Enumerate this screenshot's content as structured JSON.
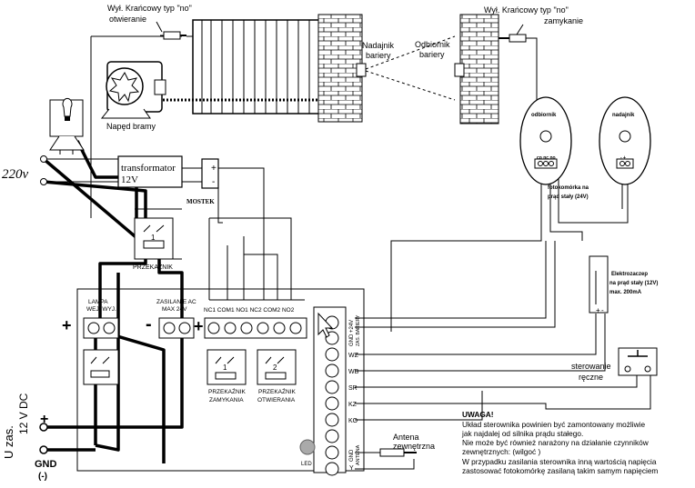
{
  "top": {
    "limit_open_title": "Wył. Krańcowy typ \"no\"",
    "limit_open_sub": "otwieranie",
    "limit_close_title": "Wył. Krańcowy typ \"no\"",
    "limit_close_sub": "zamykanie",
    "transmitter_l1": "Nadajnik",
    "transmitter_l2": "bariery",
    "receiver_l1": "Odbiornik",
    "receiver_l2": "bariery",
    "gate_drive": "Napęd bramy"
  },
  "photocell": {
    "receiver": "odbiornik",
    "transmitter": "nadajnik",
    "rx_terminals": "co  nc  no",
    "tx_terminals": "-  +",
    "caption_l1": "fotokomórka na",
    "caption_l2": "prąd stały (24V)"
  },
  "power": {
    "mains": "220v",
    "transformer_l1": "transformator",
    "transformer_l2": "12V",
    "bridge": "MOSTEK",
    "plus": "+",
    "minus": "-"
  },
  "relay_top": {
    "number": "1",
    "label": "PRZEKAŹNIK"
  },
  "controller": {
    "lamp_l1": "LAMPA",
    "lamp_l2": "WEJ. WYJ.",
    "ac_l1": "ZASILANIE AC",
    "ac_l2": "MAX 24V",
    "relay_terminals": "NC1 COM1 NO1 NC2 COM2 NO2",
    "relay_close_num": "1",
    "relay_close_l1": "PRZEKAŹNIK",
    "relay_close_l2": "ZAMYKANIA",
    "relay_open_num": "2",
    "relay_open_l1": "PRZEKAŹNIK",
    "relay_open_l2": "OTWIERANIA",
    "term_top_l1": "GND +24V",
    "term_top_l2": "ZAS. BARIERY",
    "terms": [
      "WZ",
      "WB",
      "SR",
      "KZ",
      "KO"
    ],
    "term_bottom_l1": "GND",
    "term_bottom_l2": "ANTENA",
    "term_bottom_y": "Y",
    "led": "LED"
  },
  "electric_strike": {
    "l1": "Elektrozaczep",
    "l2": "na prąd stały (12V)",
    "l3": "max. 200mA"
  },
  "manual": {
    "l1": "sterowanie",
    "l2": "ręczne"
  },
  "antenna": {
    "l1": "Antena",
    "l2": "zewnętrzna"
  },
  "supply": {
    "title": "U zas.",
    "voltage": "12 V DC",
    "plus": "+",
    "gnd": "GND",
    "minus": "(-)"
  },
  "note": {
    "title": "UWAGA!",
    "lines": [
      "Układ sterownika powinien być zamontowany możliwie",
      "jak najdalej od silnika prądu stałego.",
      "Nie może być również narażony na działanie czynników",
      "zewnętrznych: (wilgoć )",
      "W przypadku zasilania  sterownika inną wartością napięcia",
      "zastosować fotokomórkę zasilaną takim samym napięciem"
    ]
  }
}
